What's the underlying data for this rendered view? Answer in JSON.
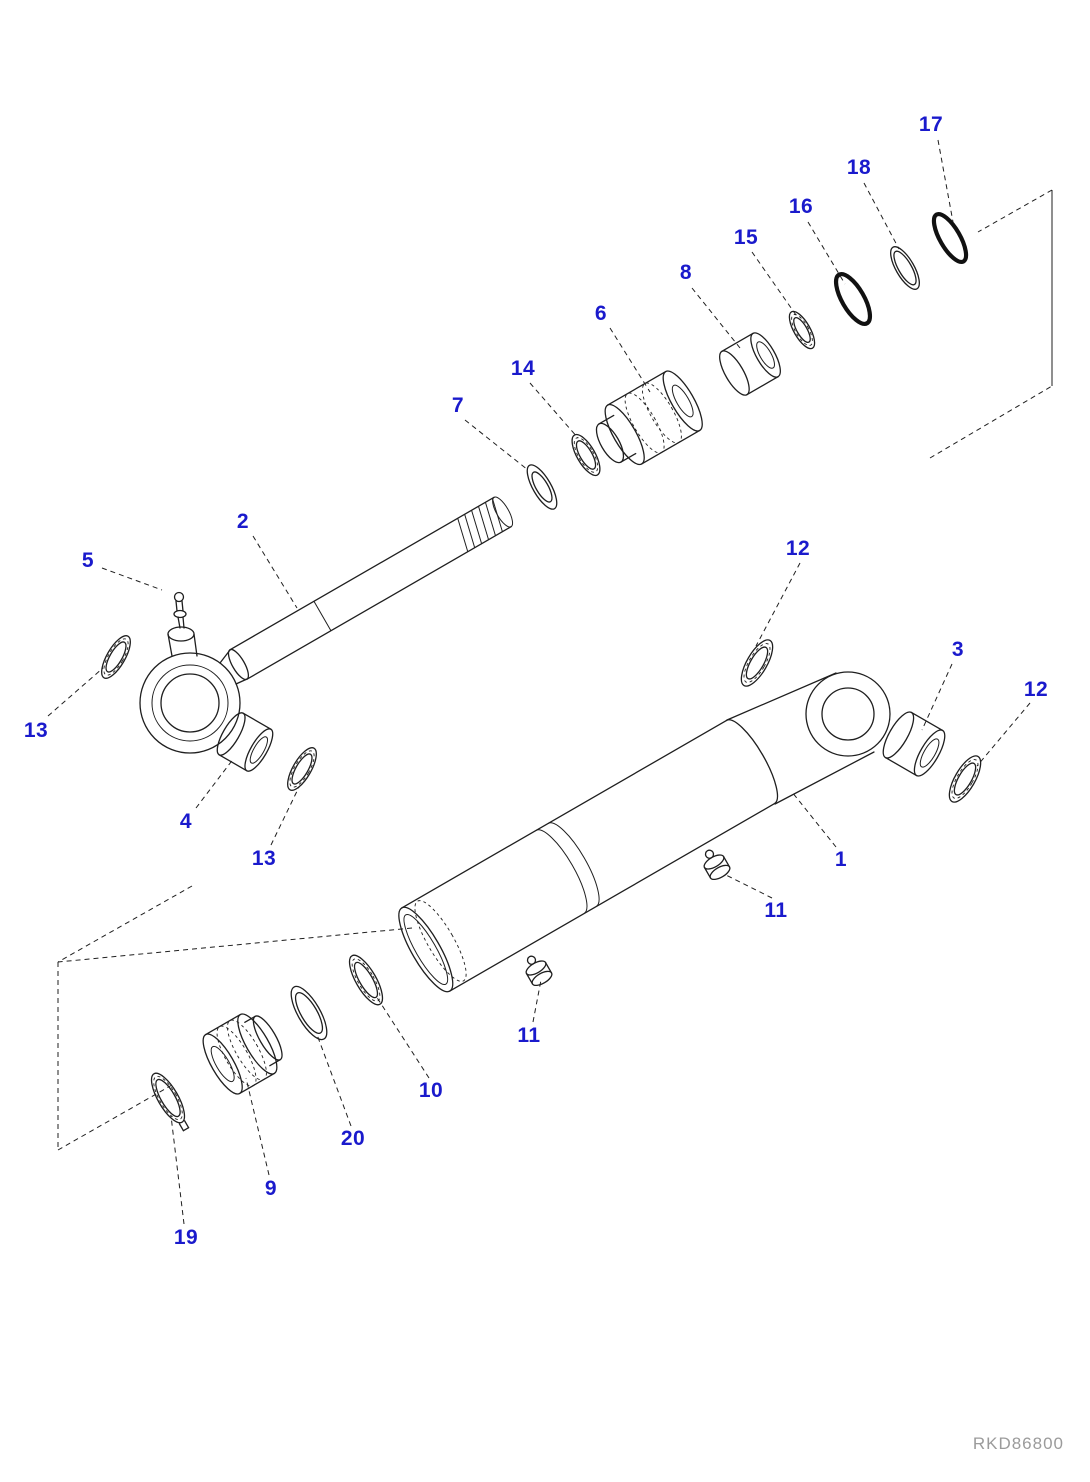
{
  "figure": {
    "reference_code": "RKD86800",
    "callout_color": "#1a1acc",
    "line_color": "#1f1f1f",
    "background_color": "#ffffff"
  },
  "callouts": [
    {
      "label": "17"
    },
    {
      "label": "18"
    },
    {
      "label": "16"
    },
    {
      "label": "15"
    },
    {
      "label": "8"
    },
    {
      "label": "6"
    },
    {
      "label": "14"
    },
    {
      "label": "7"
    },
    {
      "label": "2"
    },
    {
      "label": "5"
    },
    {
      "label": "13"
    },
    {
      "label": "4"
    },
    {
      "label": "13"
    },
    {
      "label": "12"
    },
    {
      "label": "3"
    },
    {
      "label": "12"
    },
    {
      "label": "1"
    },
    {
      "label": "11"
    },
    {
      "label": "11"
    },
    {
      "label": "10"
    },
    {
      "label": "20"
    },
    {
      "label": "9"
    },
    {
      "label": "19"
    }
  ]
}
